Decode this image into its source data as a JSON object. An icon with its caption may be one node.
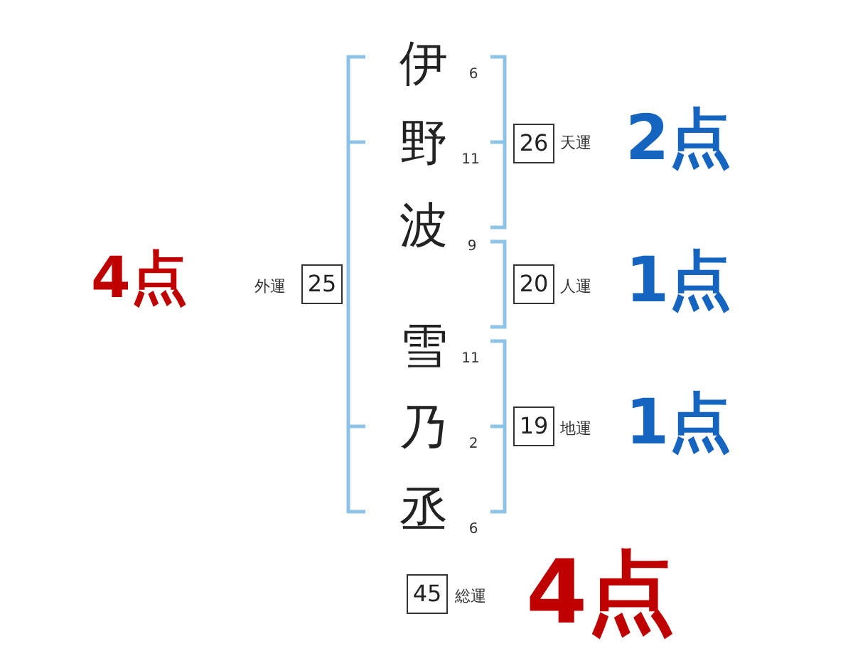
{
  "diagram": {
    "nodes": [
      {
        "text": [
          "26"
        ],
        "beside": [
          "天運",
          "2点"
        ]
      },
      {
        "text": [
          "25"
        ],
        "beside": [
          "外運",
          "4点"
        ]
      },
      {
        "text": [
          "20"
        ],
        "beside": [
          "人運",
          "1点"
        ]
      },
      {
        "text": [
          "19"
        ],
        "beside": [
          "地運",
          "1点"
        ]
      },
      {
        "text": [
          "45"
        ],
        "beside": [
          "総運",
          "4点"
        ]
      }
    ],
    "labels": [
      "伊",
      "6",
      "野",
      "11",
      "波",
      "9",
      "雪",
      "11",
      "乃",
      "2",
      "丞",
      "6"
    ]
  }
}
